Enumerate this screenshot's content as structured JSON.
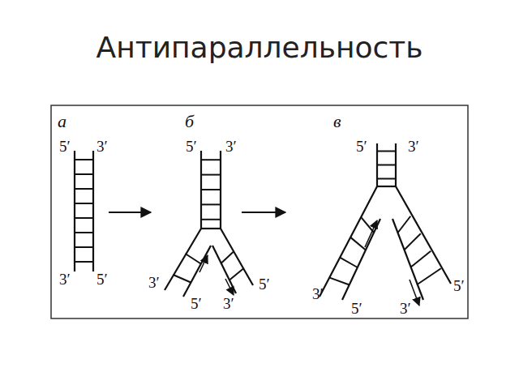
{
  "diagram": {
    "title": "Антипараллельность",
    "labels": [
      "а",
      "б",
      "в",
      "5′",
      "3′",
      "3′",
      "5′",
      "5′",
      "3′",
      "3′",
      "5′",
      "3′",
      "5′",
      "5′",
      "3′",
      "3′",
      "5′",
      "3′",
      "5′"
    ]
  }
}
